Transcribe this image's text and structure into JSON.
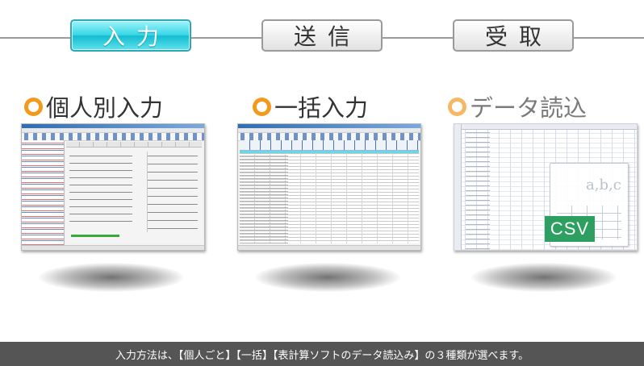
{
  "steps": [
    {
      "label": "入力",
      "state": "active"
    },
    {
      "label": "送信",
      "state": "inactive"
    },
    {
      "label": "受取",
      "state": "inactive"
    }
  ],
  "methods": [
    {
      "title": "個人別入力"
    },
    {
      "title": "一括入力"
    },
    {
      "title": "データ読込"
    }
  ],
  "csv_icon": {
    "letters": "a,b,c",
    "badge": "CSV"
  },
  "footer": {
    "text": "入力方法は、【個人ごと】【一括】【表計算ソフトのデータ読込み】の３種類が選べます。"
  },
  "colors": {
    "accent_cyan": "#2ac7d9",
    "ring_orange": "#f39a1d",
    "csv_green": "#2da061",
    "footer_bg": "#555555"
  }
}
